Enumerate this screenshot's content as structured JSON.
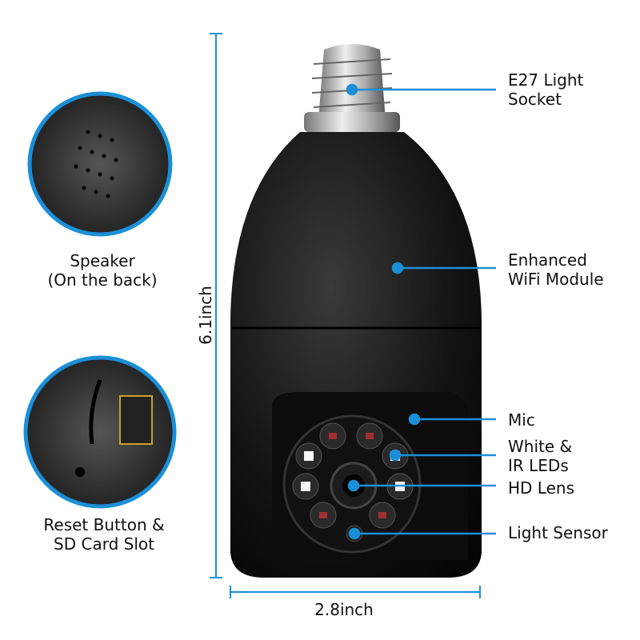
{
  "accent_color": "#1a8fd8",
  "callouts": [
    {
      "line1": "E27 Light",
      "line2": "Socket"
    },
    {
      "line1": "Enhanced",
      "line2": "WiFi Module"
    },
    {
      "line1": "Mic",
      "line2": ""
    },
    {
      "line1": "White &",
      "line2": "IR LEDs"
    },
    {
      "line1": "HD Lens",
      "line2": ""
    },
    {
      "line1": "Light Sensor",
      "line2": ""
    }
  ],
  "insets": [
    {
      "line1": "Speaker",
      "line2": "(On the back)"
    },
    {
      "line1": "Reset Button &",
      "line2": "SD Card Slot"
    }
  ],
  "dimensions": {
    "height": "6.1inch",
    "width": "2.8inch"
  }
}
